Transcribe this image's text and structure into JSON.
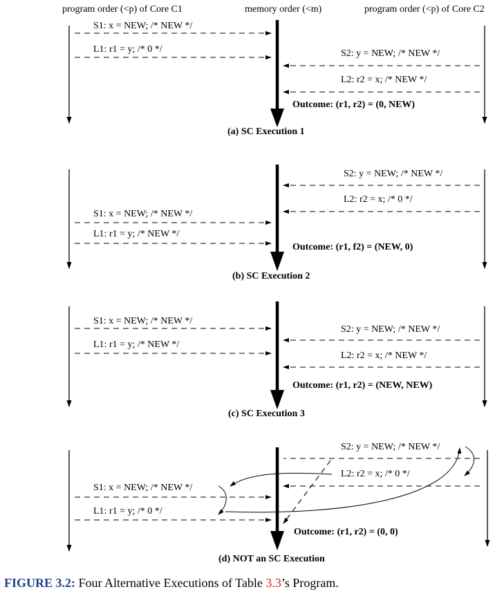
{
  "headers": {
    "core1": "program order (<p) of Core C1",
    "memory": "memory order (<m)",
    "core2": "program order (<p) of Core C2"
  },
  "panels": [
    {
      "id": "a",
      "ops": {
        "s1": "S1: x = NEW; /* NEW */",
        "l1": "L1: r1 = y; /* 0 */",
        "s2": "S2: y = NEW; /* NEW */",
        "l2": "L2: r2 = x; /* NEW */"
      },
      "outcome": "Outcome: (r1, r2) = (0, NEW)",
      "caption": "(a) SC Execution 1"
    },
    {
      "id": "b",
      "ops": {
        "s2": "S2: y = NEW; /* NEW */",
        "l2": "L2: r2 = x; /* 0 */",
        "s1": "S1: x = NEW; /* NEW */",
        "l1": "L1: r1 = y; /* NEW */"
      },
      "outcome": "Outcome: (r1, f2) = (NEW, 0)",
      "caption": "(b) SC Execution 2"
    },
    {
      "id": "c",
      "ops": {
        "s1": "S1: x = NEW; /* NEW */",
        "l1": "L1: r1 = y; /* NEW */",
        "s2": "S2: y = NEW; /* NEW */",
        "l2": "L2: r2 = x; /* NEW */"
      },
      "outcome": "Outcome: (r1, r2) = (NEW, NEW)",
      "caption": "(c) SC Execution 3"
    },
    {
      "id": "d",
      "ops": {
        "s2": "S2: y = NEW; /* NEW */",
        "l2": "L2: r2 = x; /* 0 */",
        "s1": "S1: x = NEW; /* NEW */",
        "l1": "L1: r1 = y; /* 0 */"
      },
      "outcome": "Outcome: (r1, r2) = (0, 0)",
      "caption": "(d) NOT an SC Execution"
    }
  ],
  "figure_caption": {
    "label": "FIGURE 3.2:",
    "text_before": " Four Alternative Executions of Table ",
    "ref": "3.3",
    "text_after": "’s Program."
  }
}
